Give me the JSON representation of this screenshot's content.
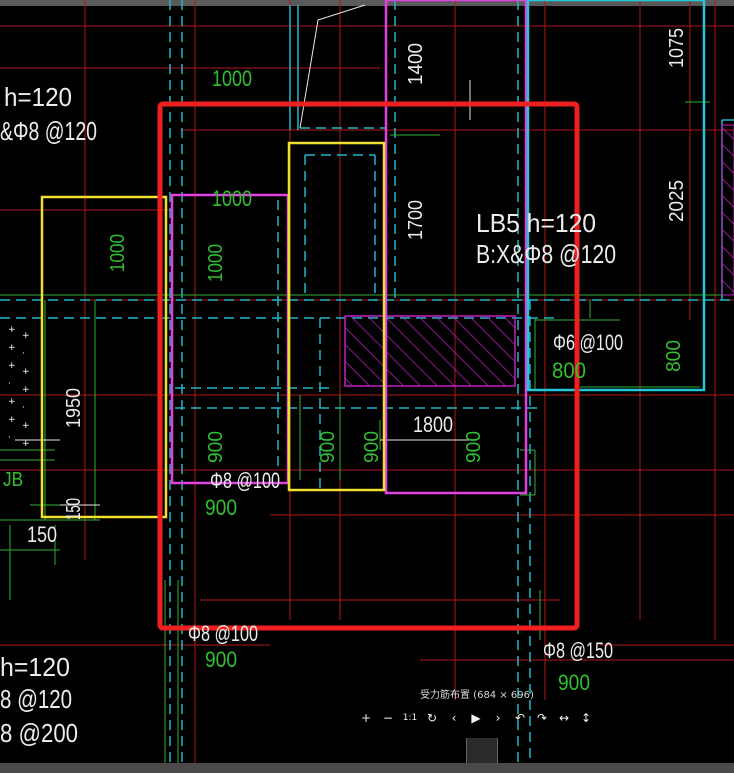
{
  "viewer": {
    "caption": "受力筋布置 (684 × 696)",
    "toolbar": {
      "zoom_in": "+",
      "zoom_out": "−",
      "actual_size": "1:1",
      "rotate": "↻",
      "prev": "‹",
      "play": "▶",
      "next": "›",
      "undo": "↶",
      "redo": "↷",
      "fit_width": "↔",
      "fit_height": "↕"
    }
  },
  "drawing": {
    "labels": {
      "slab_h_left_top": "h=120",
      "rebar_left_top": "&Φ8 @120",
      "slab_lb5": "LB5  h=120",
      "lb5_rebar": "B:X&Φ8 @120",
      "rebar_phi6": "Φ6 @100",
      "rebar_phi8_100_mid": "Φ8 @100",
      "rebar_phi8_100_bottom": "Φ8 @100",
      "rebar_phi8_150": "Φ8 @150",
      "slab_h_left_bottom": "h=120",
      "rebar_left_bottom1": "8 @120",
      "rebar_left_bottom2": "8 @200",
      "jb_tag": "JB"
    },
    "dims_white": {
      "d1400": "1400",
      "d1075": "1075",
      "d1700": "1700",
      "d2025": "2025",
      "d1950": "1950",
      "d1800": "1800",
      "d150": "150",
      "d150_b": "150"
    },
    "dims_green": {
      "g1000_top": "1000",
      "g1000_mid": "1000",
      "g1000_v_left": "1000",
      "g1000_v_mid": "1000",
      "g800_a": "800",
      "g800_b": "800",
      "g900_v1": "900",
      "g900_v2": "900",
      "g900_v3": "900",
      "g900_v4": "900",
      "g900_h1": "900",
      "g900_h2": "900",
      "g900_h3": "900"
    }
  }
}
